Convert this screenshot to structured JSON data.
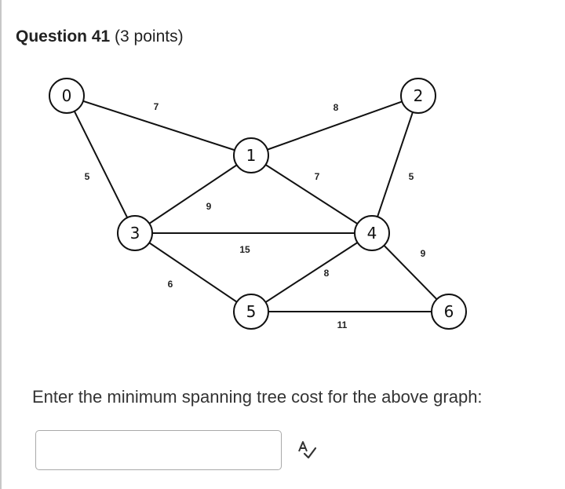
{
  "question": {
    "title": "Question 41",
    "points": "(3 points)"
  },
  "graph": {
    "nodes": [
      "0",
      "1",
      "2",
      "3",
      "4",
      "5",
      "6"
    ],
    "edges": [
      {
        "from": "0",
        "to": "1",
        "weight": "7"
      },
      {
        "from": "0",
        "to": "3",
        "weight": "5"
      },
      {
        "from": "1",
        "to": "2",
        "weight": "8"
      },
      {
        "from": "1",
        "to": "3",
        "weight": "9"
      },
      {
        "from": "1",
        "to": "4",
        "weight": "7"
      },
      {
        "from": "2",
        "to": "4",
        "weight": "5"
      },
      {
        "from": "3",
        "to": "4",
        "weight": "15"
      },
      {
        "from": "3",
        "to": "5",
        "weight": "6"
      },
      {
        "from": "4",
        "to": "5",
        "weight": "8"
      },
      {
        "from": "4",
        "to": "6",
        "weight": "9"
      },
      {
        "from": "5",
        "to": "6",
        "weight": "11"
      }
    ]
  },
  "prompt": "Enter the minimum spanning tree cost for the above graph:",
  "answer": {
    "value": "",
    "placeholder": ""
  },
  "icons": {
    "spell_check": "spell-check-icon"
  }
}
